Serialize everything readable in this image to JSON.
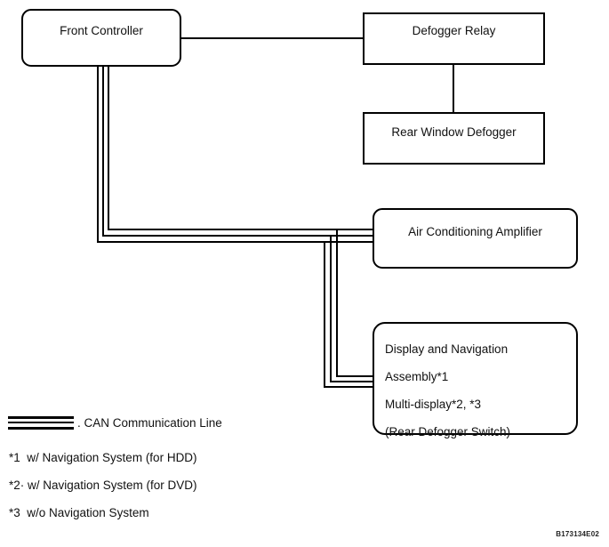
{
  "diagram": {
    "nodes": [
      {
        "id": "front_controller",
        "label": "Front Controller",
        "shape": "rounded"
      },
      {
        "id": "defogger_relay",
        "label": "Defogger Relay",
        "shape": "rect"
      },
      {
        "id": "rear_window_defogger",
        "label": "Rear Window Defogger",
        "shape": "rect"
      },
      {
        "id": "air_conditioning_amplifier",
        "label": "Air Conditioning Amplifier",
        "shape": "rounded"
      },
      {
        "id": "display_navigation_assembly",
        "lines": [
          "Display and Navigation Assembly*1",
          "Multi-display*2, *3",
          "(Rear Defogger Switch)"
        ],
        "shape": "rounded"
      }
    ],
    "edges": [
      {
        "from": "front_controller",
        "to": "defogger_relay",
        "type": "single-wire"
      },
      {
        "from": "defogger_relay",
        "to": "rear_window_defogger",
        "type": "single-wire"
      },
      {
        "from": "front_controller",
        "to": "air_conditioning_amplifier",
        "type": "can-communication-line"
      },
      {
        "from": "front_controller",
        "to": "display_navigation_assembly",
        "type": "can-communication-line"
      }
    ],
    "legend": {
      "sample": "triple-parallel-line",
      "label": ". CAN Communication Line"
    },
    "footnotes": [
      "*1  w/ Navigation System (for HDD)",
      "*2· w/ Navigation System (for DVD)",
      "*3  w/o Navigation System"
    ],
    "figure_code": "B173134E02",
    "colors": {
      "line": "#000000",
      "background": "#ffffff",
      "text": "#111111"
    }
  }
}
